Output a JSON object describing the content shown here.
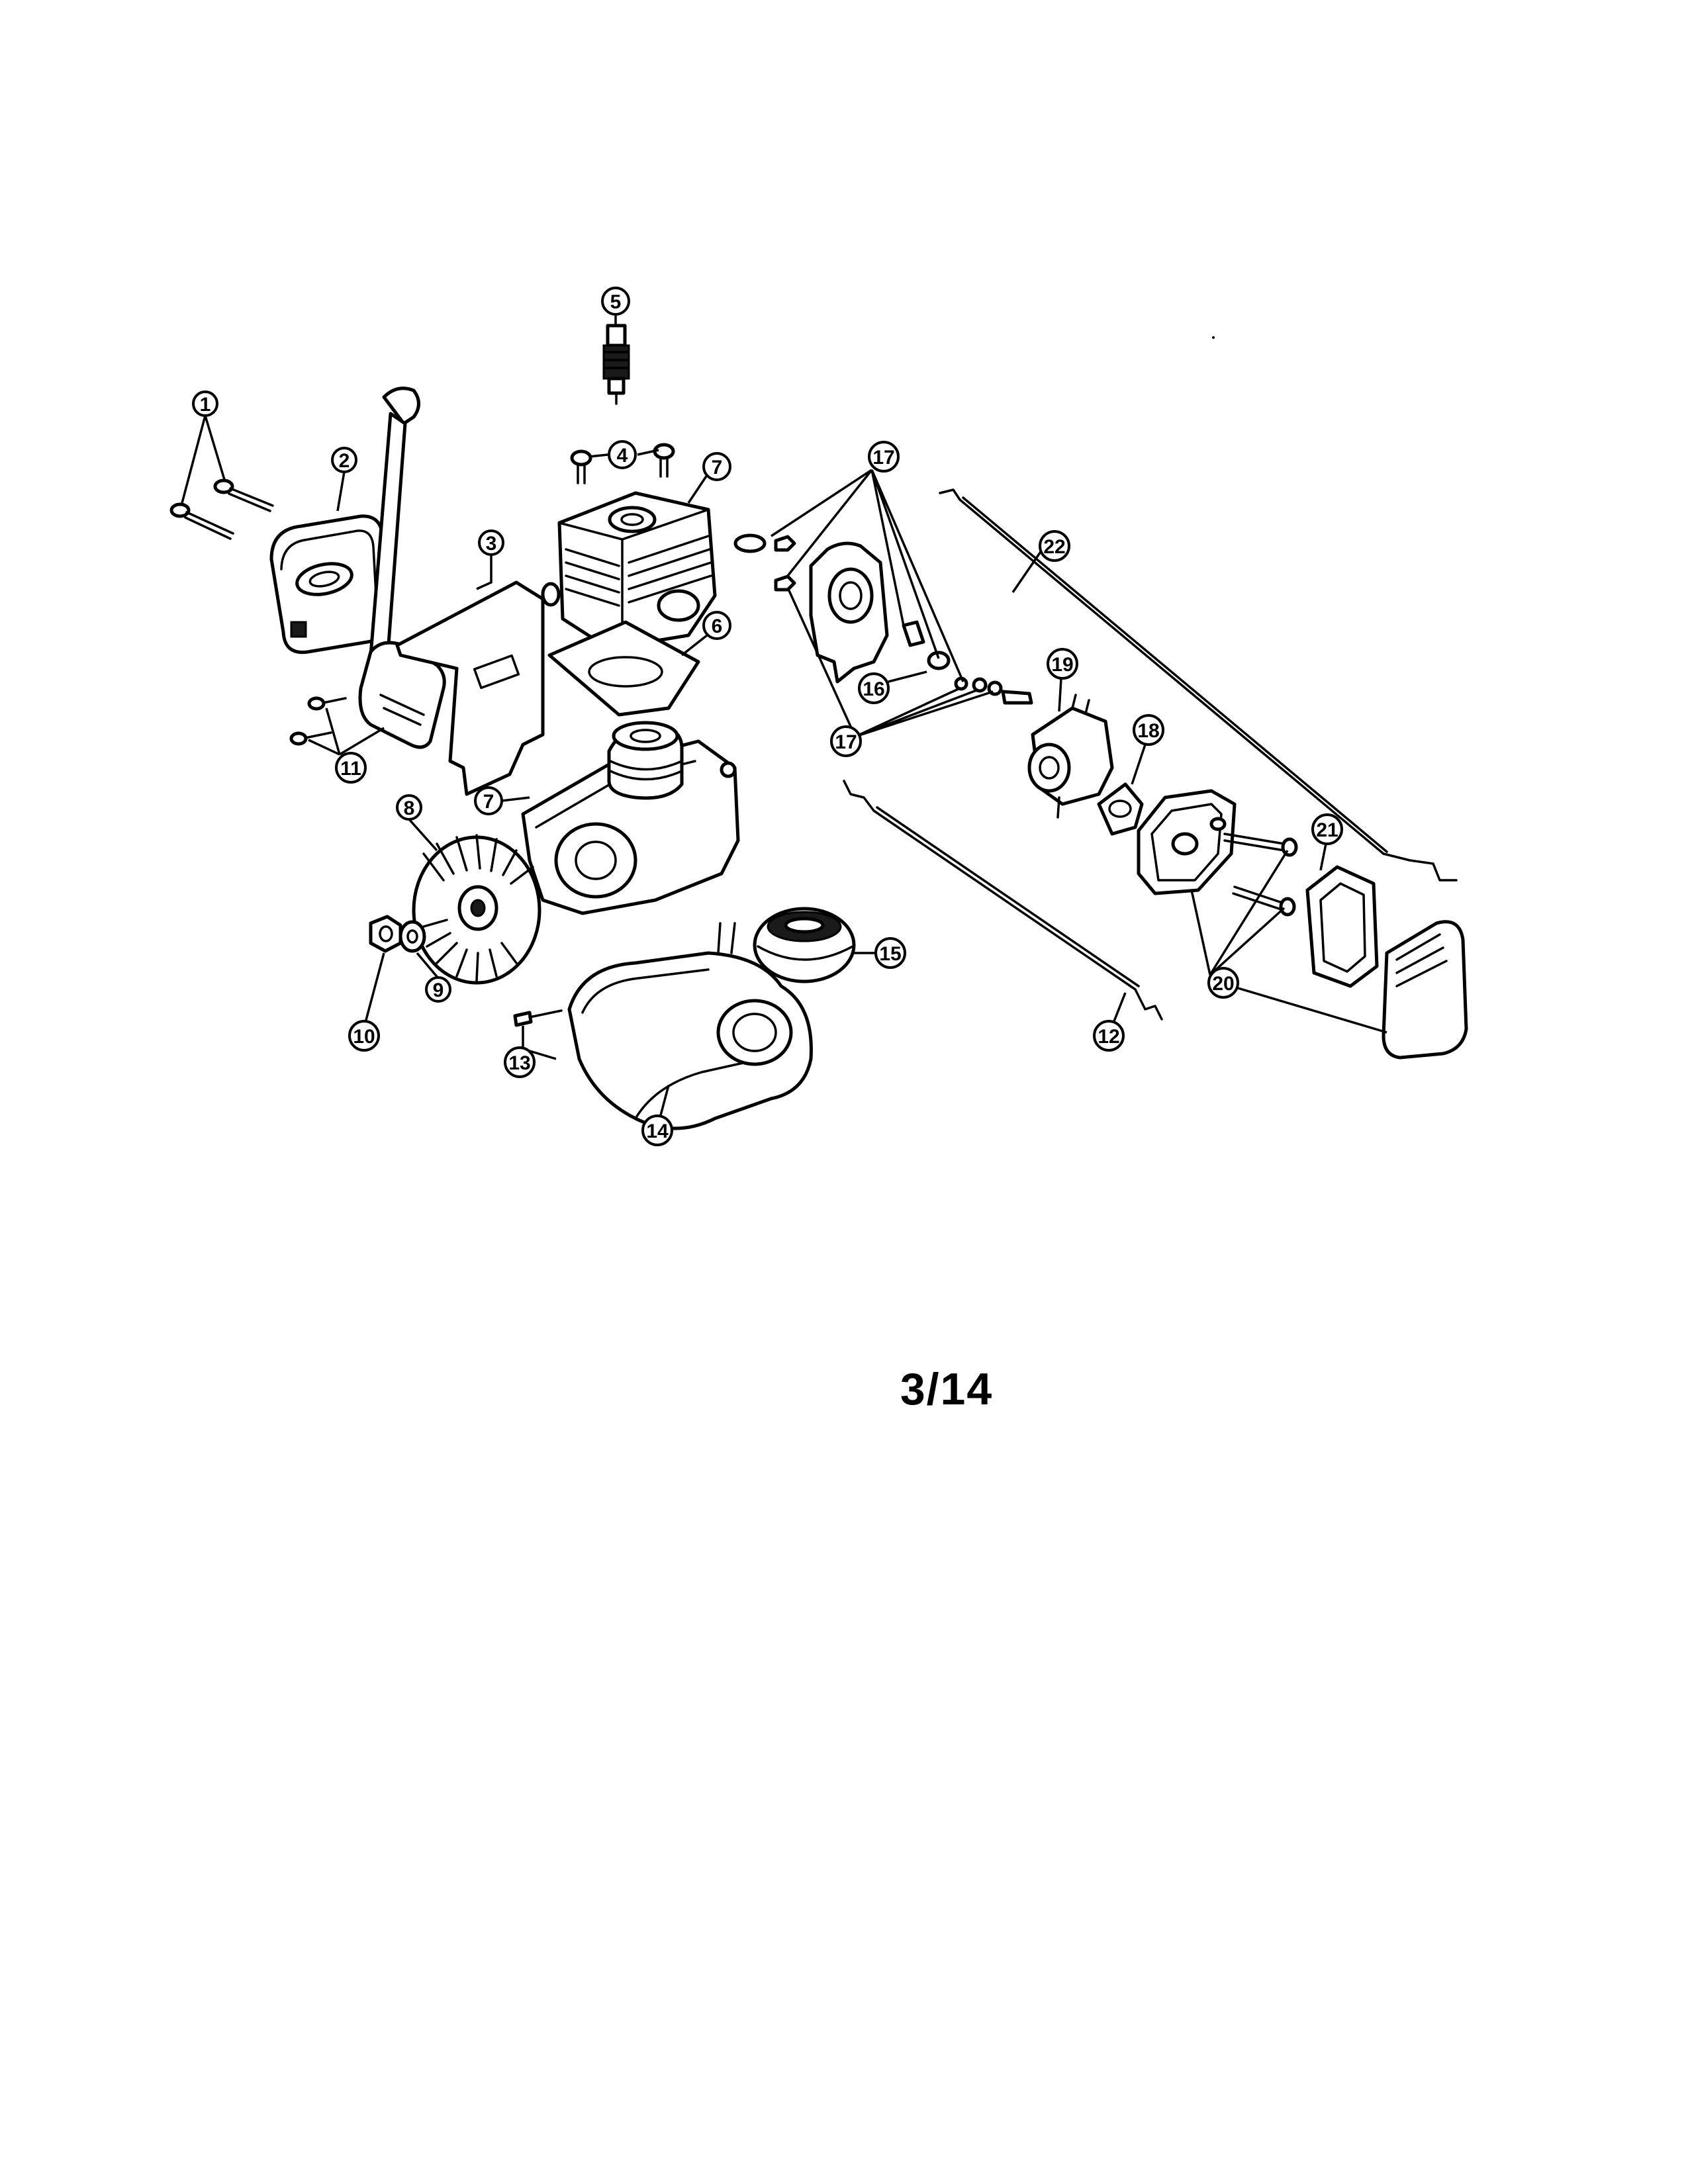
{
  "callouts": {
    "c1": "1",
    "c2": "2",
    "c3": "3",
    "c4": "4",
    "c5": "5",
    "c6": "6",
    "c7a": "7",
    "c7b": "7",
    "c8": "8",
    "c9": "9",
    "c10": "10",
    "c11": "11",
    "c12": "12",
    "c13": "13",
    "c14": "14",
    "c15": "15",
    "c16": "16",
    "c17a": "17",
    "c17b": "17",
    "c18": "18",
    "c19": "19",
    "c20": "20",
    "c21": "21",
    "c22": "22"
  },
  "page": {
    "number": "3/14"
  }
}
